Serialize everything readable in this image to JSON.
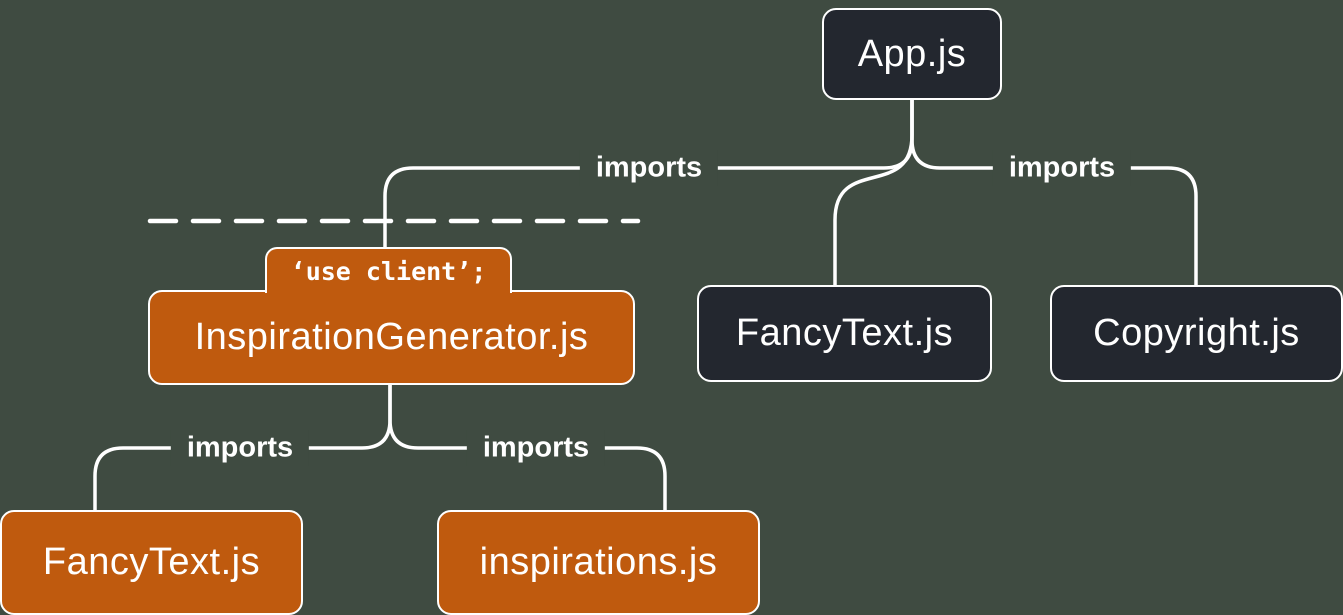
{
  "diagram": {
    "colors": {
      "background": "#3F4B41",
      "server_node": "#23272F",
      "client_node": "#BF5A0E",
      "line": "#FFFFFF",
      "text": "#FFFFFF"
    },
    "nodes": {
      "app": {
        "label": "App.js",
        "type": "server"
      },
      "inspiration_generator": {
        "label": "InspirationGenerator.js",
        "directive": "‘use client’;",
        "type": "client"
      },
      "fancy_text_server": {
        "label": "FancyText.js",
        "type": "server"
      },
      "copyright": {
        "label": "Copyright.js",
        "type": "server"
      },
      "fancy_text_client": {
        "label": "FancyText.js",
        "type": "client"
      },
      "inspirations": {
        "label": "inspirations.js",
        "type": "client"
      }
    },
    "edges": {
      "app_to_inspiration_generator": {
        "label": "imports"
      },
      "app_to_copyright": {
        "label": "imports"
      },
      "inspiration_generator_to_fancy_text": {
        "label": "imports"
      },
      "inspiration_generator_to_inspirations": {
        "label": "imports"
      }
    }
  }
}
